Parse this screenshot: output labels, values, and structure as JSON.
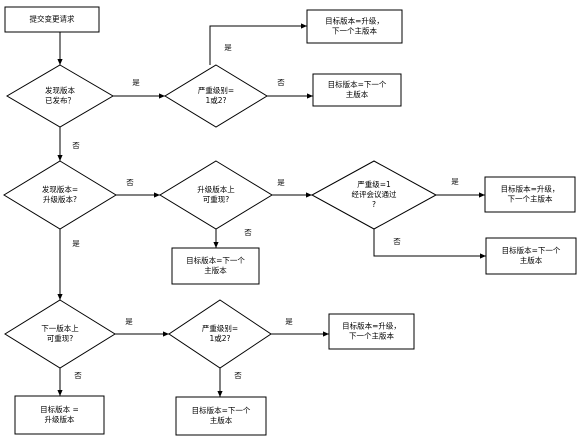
{
  "nodes": {
    "start": [
      "提交变更请求"
    ],
    "d1": [
      "发现版本",
      "已发布？"
    ],
    "d2": [
      "严重级别=",
      "1或2?"
    ],
    "r1": [
      "目标版本=升级，",
      "下一个主版本"
    ],
    "r2": [
      "目标版本=下一个",
      "主版本"
    ],
    "d3": [
      "发现版本=",
      "升级版本?"
    ],
    "d4": [
      "升级版本上",
      "可重现?"
    ],
    "d5": [
      "严重级=1",
      "经评会议通过",
      "?"
    ],
    "r3": [
      "目标版本=升级，",
      "下一个主版本"
    ],
    "r4": [
      "目标版本=下一个",
      "主版本"
    ],
    "r5": [
      "目标版本=下一个",
      "主版本"
    ],
    "d6": [
      "下一版本上",
      "可重现?"
    ],
    "d7": [
      "严重级别=",
      "1或2?"
    ],
    "r6": [
      "目标版本=升级，",
      "下一个主版本"
    ],
    "r7": [
      "目标版本 =",
      "升级版本"
    ],
    "r8": [
      "目标版本=下一个",
      "主版本"
    ]
  },
  "edge_labels": {
    "yes": "是",
    "no": "否"
  }
}
